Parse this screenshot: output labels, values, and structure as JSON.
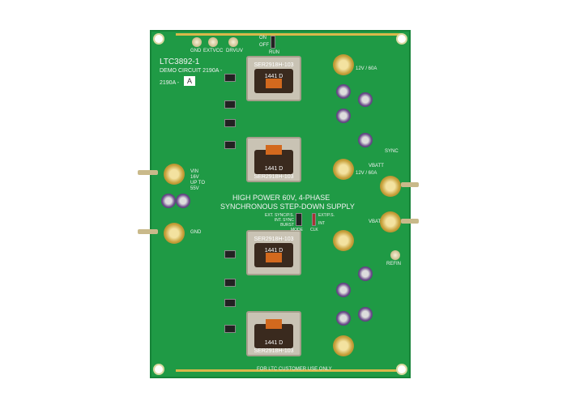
{
  "board": {
    "title": "LTC3892-1",
    "demo": "DEMO CIRCUIT 2190A -",
    "rev_prefix": "2190A -",
    "rev": "A",
    "testpoints": [
      "GND",
      "EXTVCC",
      "DRVUV"
    ],
    "run_jumper": {
      "on": "ON",
      "off": "OFF",
      "label": "RUN"
    },
    "inductor_part": "SER2918H-103",
    "inductor_code": "1441 D",
    "output_label": "12V / 60A",
    "sync": "SYNC",
    "vbatt": "VBATT",
    "refin": "REFIN",
    "vin_label": [
      "VIN",
      "16V",
      "UP TO",
      "55V"
    ],
    "gnd": "GND",
    "headline": [
      "HIGH POWER 60V, 4-PHASE",
      "SYNCHRONOUS STEP-DOWN SUPPLY"
    ],
    "mode_jumper": {
      "options": [
        "EXT. SYNC/P.S.",
        "INT. SYNC",
        "BURST"
      ],
      "label": "MODE"
    },
    "clk_jumper": {
      "options": [
        "EXT/P.S.",
        "INT"
      ],
      "label": "CLK"
    },
    "footer": "FOR LTC CUSTOMER USE ONLY"
  }
}
